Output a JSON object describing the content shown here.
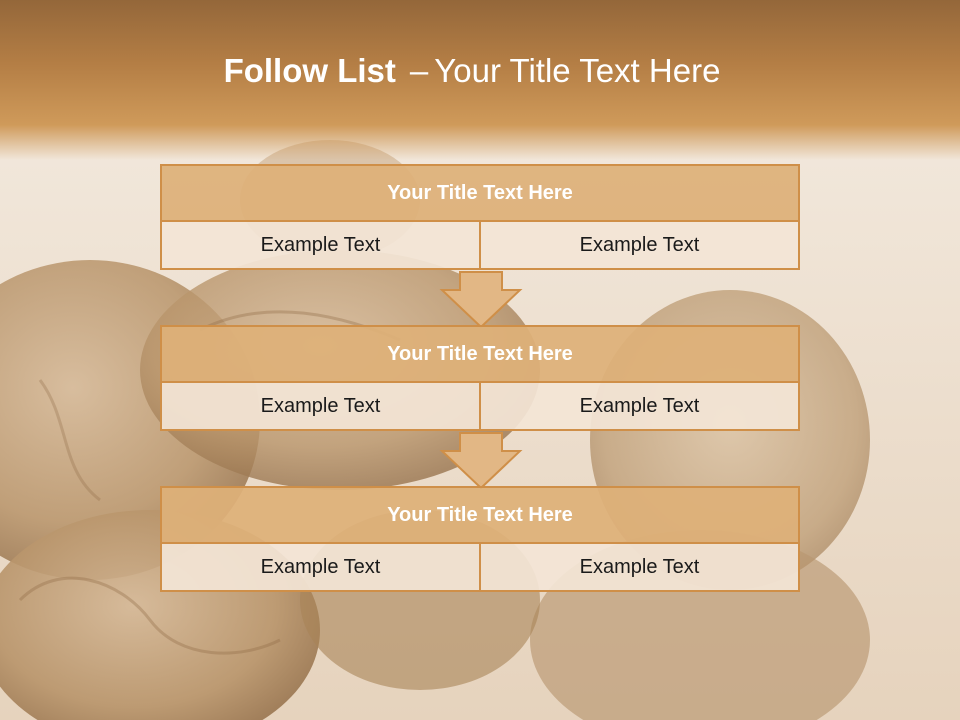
{
  "slide": {
    "title_bold": "Follow List",
    "title_separator": "–",
    "title_rest": "Your Title Text Here"
  },
  "steps": [
    {
      "title": "Your Title Text Here",
      "cells": [
        "Example Text",
        "Example Text"
      ]
    },
    {
      "title": "Your Title Text Here",
      "cells": [
        "Example Text",
        "Example Text"
      ]
    },
    {
      "title": "Your Title Text Here",
      "cells": [
        "Example Text",
        "Example Text"
      ]
    }
  ],
  "colors": {
    "accent": "#cf8f48",
    "header_fill": "#deb078",
    "cell_fill": "#f3e5d6",
    "title_band": "#b47e45"
  },
  "icons": [
    "down-arrow-icon",
    "down-arrow-icon"
  ]
}
